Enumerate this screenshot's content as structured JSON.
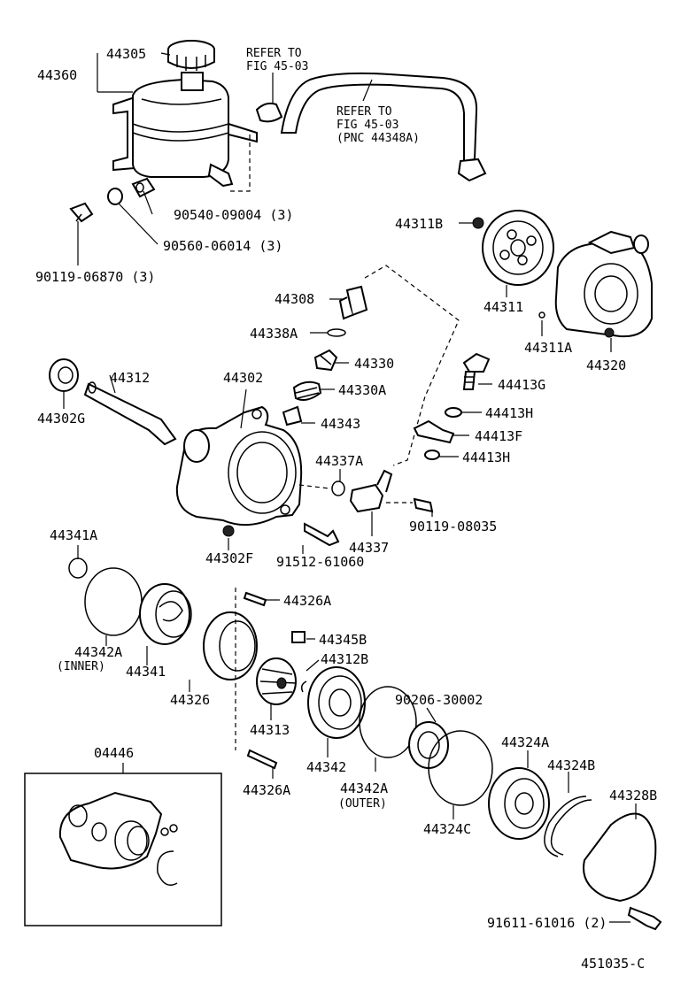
{
  "labels": {
    "l44360": "44360",
    "l44305": "44305",
    "refer1_a": "REFER TO",
    "refer1_b": "FIG 45-03",
    "refer2_a": "REFER TO",
    "refer2_b": "FIG 45-03",
    "refer2_c": "(PNC 44348A)",
    "l90540": "90540-09004 (3)",
    "l90560": "90560-06014 (3)",
    "l90119a": "90119-06870 (3)",
    "l44311B": "44311B",
    "l44311": "44311",
    "l44311A": "44311A",
    "l44320": "44320",
    "l44308": "44308",
    "l44338A": "44338A",
    "l44330": "44330",
    "l44330A": "44330A",
    "l44343": "44343",
    "l44312": "44312",
    "l44302": "44302",
    "l44302G": "44302G",
    "l44413G": "44413G",
    "l44413H1": "44413H",
    "l44413F": "44413F",
    "l44413H2": "44413H",
    "l44337A": "44337A",
    "l90119b": "90119-08035",
    "l44337": "44337",
    "l44302F": "44302F",
    "l91512": "91512-61060",
    "l44341A": "44341A",
    "l44326A1": "44326A",
    "l44345B": "44345B",
    "l44312B": "44312B",
    "l44342A_in": "44342A",
    "inner": "(INNER)",
    "l44341": "44341",
    "l44326": "44326",
    "l44313": "44313",
    "l90206": "90206-30002",
    "l44342": "44342",
    "l44342A_out": "44342A",
    "outer": "(OUTER)",
    "l44326A2": "44326A",
    "l44324A": "44324A",
    "l44324B": "44324B",
    "l44324C": "44324C",
    "l44328B": "44328B",
    "l04446": "04446",
    "l91611": "91611-61016 (2)",
    "figure_code": "451035-C"
  },
  "colors": {
    "line": "#000000",
    "background": "#ffffff"
  }
}
